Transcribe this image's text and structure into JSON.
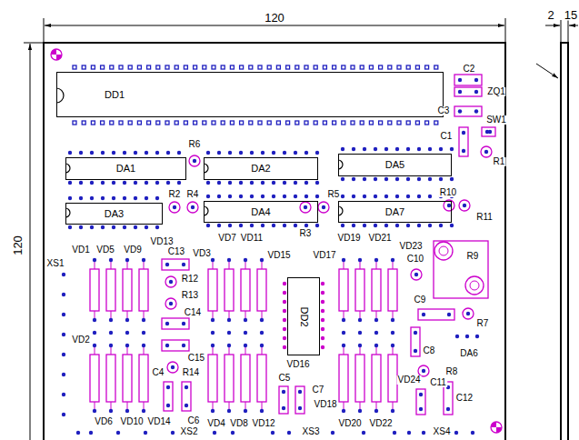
{
  "diagram": {
    "nodes": [
      {
        "text": [
          "DD1"
        ]
      },
      {
        "text": [
          "DA1"
        ]
      },
      {
        "text": [
          "DA2"
        ]
      },
      {
        "text": [
          "DA5"
        ]
      },
      {
        "text": [
          "DA3"
        ]
      },
      {
        "text": [
          "DA4"
        ]
      },
      {
        "text": [
          "DA7"
        ]
      },
      {
        "text": [
          "DD2"
        ]
      }
    ],
    "labels": [
      "120",
      "120",
      "2",
      "15",
      "C2",
      "ZQ1",
      "C3",
      "SW1",
      "C1",
      "R1",
      "R6",
      "R2",
      "R4",
      "R5",
      "R10",
      "R11",
      "R3",
      "VD1",
      "VD5",
      "VD9",
      "VD13",
      "XS1",
      "C13",
      "VD3",
      "VD7",
      "VD11",
      "VD15",
      "VD17",
      "VD19",
      "VD21",
      "VD23",
      "C10",
      "R9",
      "R12",
      "R13",
      "C9",
      "R7",
      "C14",
      "VD2",
      "C15",
      "VD16",
      "C8",
      "DA6",
      "C4",
      "R14",
      "C5",
      "C7",
      "VD18",
      "R8",
      "VD24",
      "C11",
      "C12",
      "VD6",
      "VD10",
      "VD14",
      "C6",
      "XS2",
      "VD4",
      "VD8",
      "VD12",
      "XS3",
      "VD20",
      "VD22",
      "XS4"
    ]
  }
}
